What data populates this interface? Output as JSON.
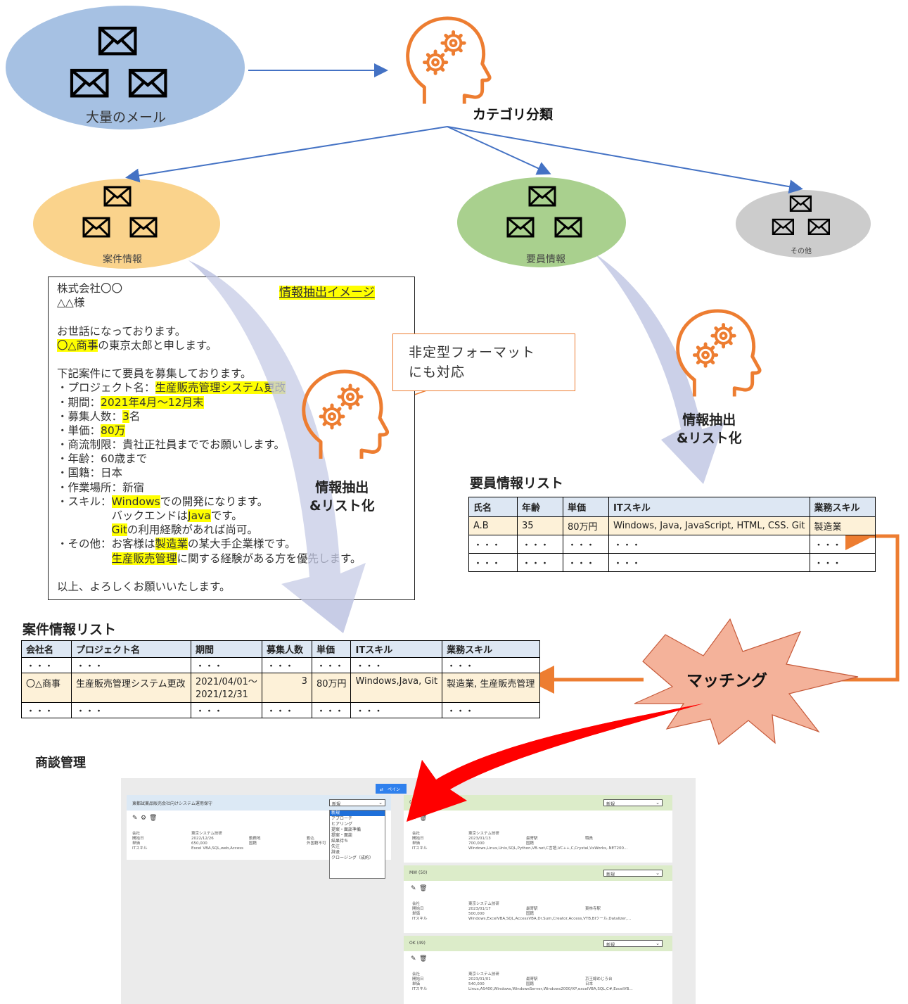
{
  "mail_source": {
    "label": "大量のメール"
  },
  "classifier": {
    "label": "カテゴリ分類"
  },
  "categories": [
    {
      "label": "案件情報",
      "color": "#fad38c"
    },
    {
      "label": "要員情報",
      "color": "#a9d08e"
    },
    {
      "label": "その他",
      "color": "#cccccc"
    }
  ],
  "extract_label": {
    "line1": "情報抽出",
    "line2": "&リスト化"
  },
  "callout": {
    "line1": "非定型フォーマット",
    "line2": "にも対応"
  },
  "email": {
    "lines": [
      "株式会社〇〇",
      "△△様",
      "",
      "お世話になっております。",
      "〇△商事の東京太郎と申します。",
      "",
      "下記案件にて要員を募集しております。",
      "・プロジェクト名：生産販売管理システム更改",
      "・期間：2021年4月～12月末",
      "・募集人数：3名",
      "・単価：80万",
      "・商流制限：貴社正社員まででお願いします。",
      "・年齢：60歳まで",
      "・国籍：日本",
      "・作業場所：新宿",
      "・スキル：Windowsでの開発になります。",
      "　　　　　バックエンドはJavaです。",
      "　　　　　Gitの利用経験があれば尚可。",
      "・その他：お客様は製造業の某大手企業様です。",
      "　　　　　生産販売管理に関する経験がある方を優先します。",
      "",
      "以上、よろしくお願いいたします。"
    ],
    "badge": "情報抽出イメージ"
  },
  "staff_list": {
    "title": "要員情報リスト",
    "headers": [
      "氏名",
      "年齢",
      "単価",
      "ITスキル",
      "業務スキル"
    ],
    "rows": [
      [
        "A.B",
        "35",
        "80万円",
        "Windows, Java, JavaScript, HTML, CSS. Git",
        "製造業"
      ],
      [
        "・・・",
        "・・・",
        "・・・",
        "・・・",
        "・・・"
      ],
      [
        "・・・",
        "・・・",
        "・・・",
        "・・・",
        "・・・"
      ]
    ]
  },
  "project_list": {
    "title": "案件情報リスト",
    "headers": [
      "会社名",
      "プロジェクト名",
      "期間",
      "募集人数",
      "単価",
      "ITスキル",
      "業務スキル"
    ],
    "rows": [
      [
        "・・・",
        "・・・",
        "・・・",
        "・・・",
        "・・・",
        "・・・",
        "・・・"
      ],
      [
        "〇△商事",
        "生産販売管理システム更改",
        "2021/04/01～\n2021/12/31",
        "3",
        "80万円",
        "Windows,Java, Git",
        "製造業, 生産販売管理"
      ],
      [
        "・・・",
        "・・・",
        "・・・",
        "・・・",
        "・・・",
        "・・・",
        "・・・"
      ]
    ]
  },
  "matching": {
    "label": "マッチング"
  },
  "negotiation": {
    "title": "商談管理"
  },
  "screenshot": {
    "pill": "⇄　ペイン",
    "left_card": {
      "title": "東都試薬品販売会社向けシステム運用保守",
      "select": "新規",
      "rows": [
        [
          "会社",
          "東京システム技研",
          "",
          "",
          "",
          ""
        ],
        [
          "開始日",
          "2022/12/26",
          "勤務地",
          "",
          "勤込",
          ""
        ],
        [
          "単価",
          "650,000",
          "国籍",
          "",
          "外国籍不可",
          ""
        ],
        [
          "ITスキル",
          "Excel VBA,SQL,web,Access",
          "",
          "",
          "",
          ""
        ]
      ]
    },
    "dropdown": [
      "新規",
      "アプローチ",
      "ヒアリング",
      "提案・面談準備",
      "提案・面談",
      "結果待ち",
      "失注",
      "辞退",
      "クロージング（成約）"
    ],
    "right_cards": [
      {
        "title": "(46)",
        "select": "新規",
        "rows": [
          [
            "会社",
            "東京システム技研",
            "",
            ""
          ],
          [
            "開始日",
            "2023/01/13",
            "最寄駅",
            "職員"
          ],
          [
            "単価",
            "700,000",
            "国籍",
            ""
          ],
          [
            "ITスキル",
            "Windows,Linux,Unix,SQL,Python,VB.net,C言語,VC++,C,Crystal,VxWorks,.NET200…",
            "",
            ""
          ]
        ]
      },
      {
        "title": "MW (50)",
        "select": "新規",
        "rows": [
          [
            "会社",
            "東京システム技研",
            "",
            ""
          ],
          [
            "開始日",
            "2023/01/17",
            "最寄駅",
            "東林寺駅"
          ],
          [
            "単価",
            "500,000",
            "国籍",
            ""
          ],
          [
            "ITスキル",
            "Windows,ExcelVBA,SQL,AccessVBA,Dr.Sum,Creator,Access,VTB,BIツール,Datalizer,…",
            "",
            ""
          ]
        ]
      },
      {
        "title": "OK (49)",
        "select": "新規",
        "rows": [
          [
            "会社",
            "東京システム技研",
            "",
            ""
          ],
          [
            "開始日",
            "2023/01/01",
            "最寄駅",
            "京王線めじろ台"
          ],
          [
            "単価",
            "540,000",
            "国籍",
            "日本"
          ],
          [
            "ITスキル",
            "Linux,AS400,Windows,WindowsServer,Windows2000/XP,excelVBA,SQL,C#,ExcelVB…",
            "",
            ""
          ]
        ]
      }
    ]
  }
}
